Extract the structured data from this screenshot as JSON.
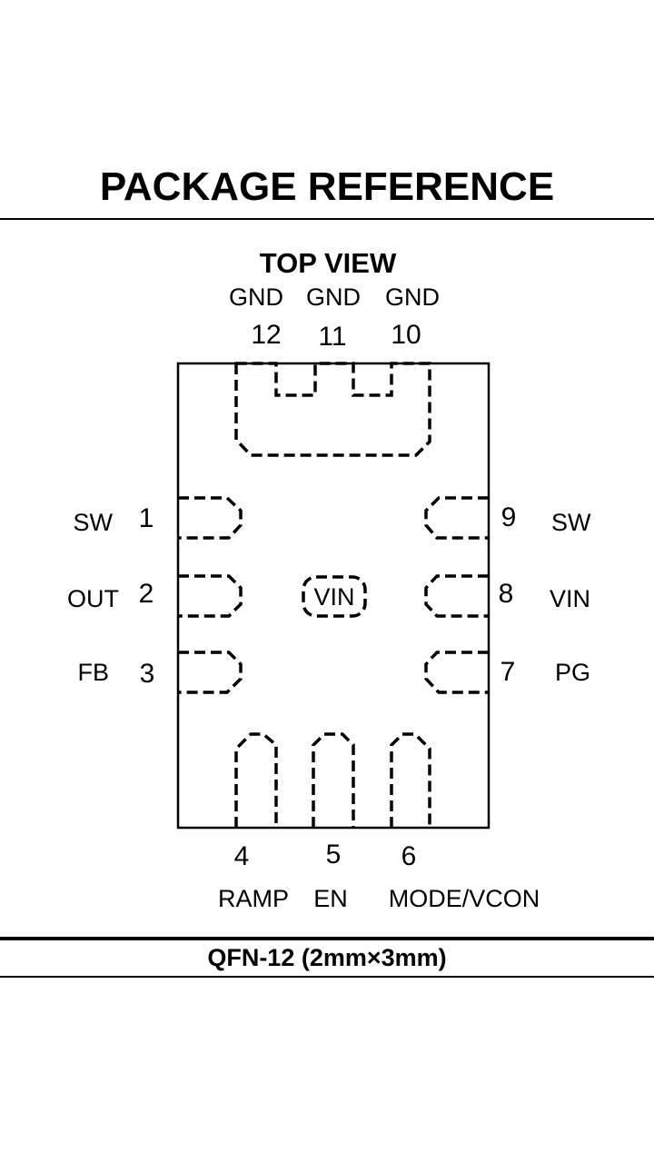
{
  "title": "PACKAGE REFERENCE",
  "view_label": "TOP VIEW",
  "package_name": "QFN-12 (2mm×3mm)",
  "center_pad_label": "VIN",
  "pins": {
    "p1": {
      "number": "1",
      "name": "SW"
    },
    "p2": {
      "number": "2",
      "name": "OUT"
    },
    "p3": {
      "number": "3",
      "name": "FB"
    },
    "p4": {
      "number": "4",
      "name": "RAMP"
    },
    "p5": {
      "number": "5",
      "name": "EN"
    },
    "p6": {
      "number": "6",
      "name": "MODE/VCON"
    },
    "p7": {
      "number": "7",
      "name": "PG"
    },
    "p8": {
      "number": "8",
      "name": "VIN"
    },
    "p9": {
      "number": "9",
      "name": "SW"
    },
    "p10": {
      "number": "10",
      "name": "GND"
    },
    "p11": {
      "number": "11",
      "name": "GND"
    },
    "p12": {
      "number": "12",
      "name": "GND"
    }
  }
}
